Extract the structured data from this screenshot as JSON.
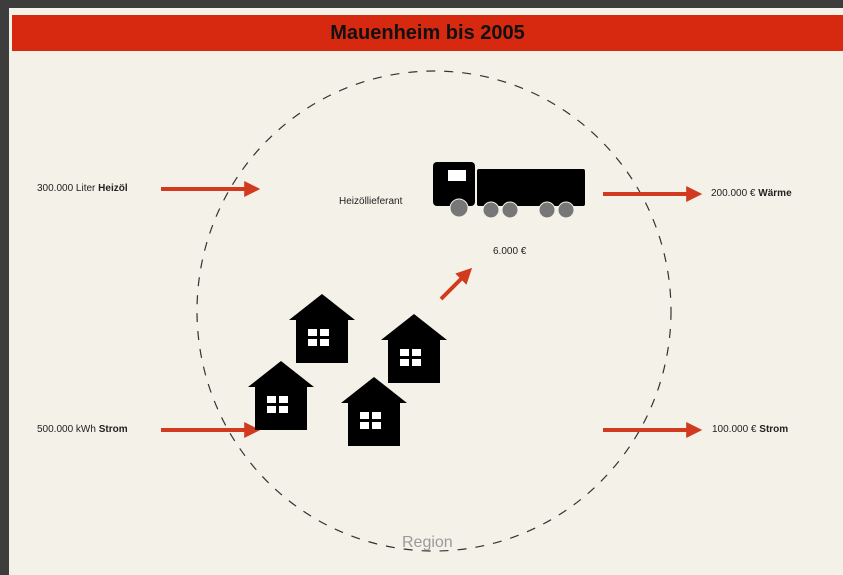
{
  "title": "Mauenheim bis 2005",
  "region_label": "Region",
  "supplier_label": "Heizöllieferant",
  "payment_label": "6.000 €",
  "inputs": [
    {
      "amount": "300.000 Liter",
      "item": "Heizöl"
    },
    {
      "amount": "500.000 kWh",
      "item": "Strom"
    }
  ],
  "outputs": [
    {
      "amount": "200.000 €",
      "item": "Wärme"
    },
    {
      "amount": "100.000 €",
      "item": "Strom"
    }
  ],
  "colors": {
    "banner": "#d6290f",
    "arrow": "#d23a1f",
    "background": "#f4f1e8"
  },
  "icons": [
    "truck-icon",
    "house-icon",
    "house-icon",
    "house-icon",
    "house-icon"
  ]
}
